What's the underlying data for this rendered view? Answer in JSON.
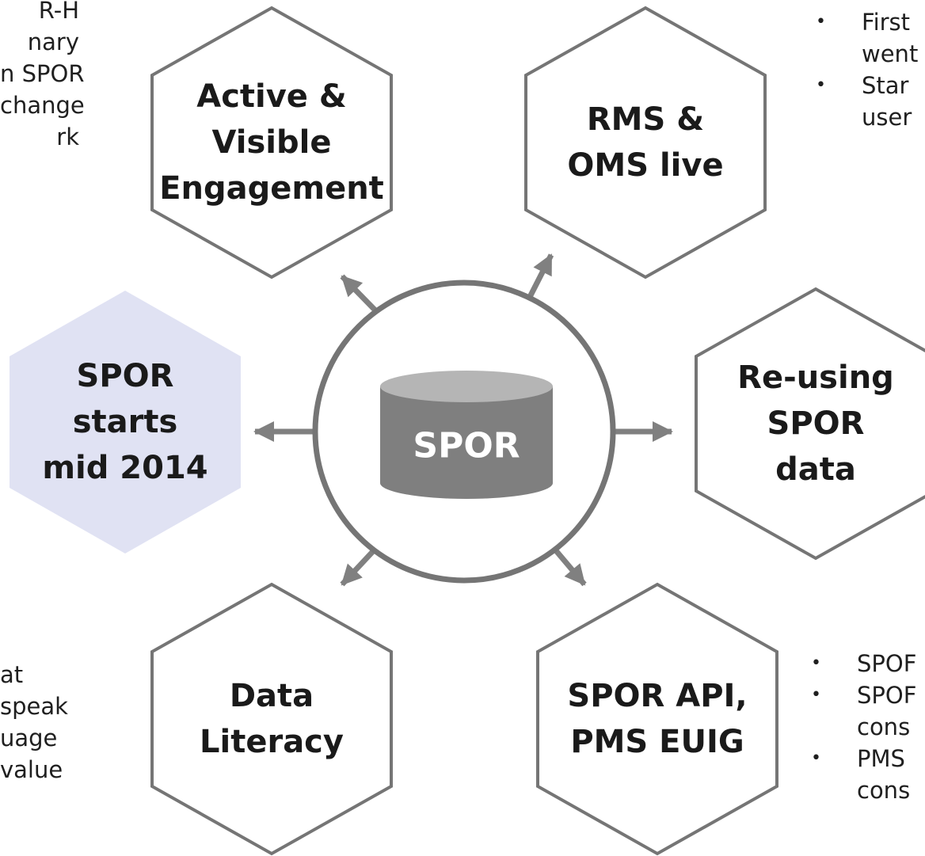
{
  "center": {
    "label": "SPOR"
  },
  "hexagons": [
    {
      "id": "hex-spor-starts",
      "lines": [
        "SPOR",
        "starts",
        "mid 2014"
      ],
      "filled": true
    },
    {
      "id": "hex-active-visible-engagement",
      "lines": [
        "Active &",
        "Visible",
        "Engagement"
      ],
      "filled": false
    },
    {
      "id": "hex-rms-oms-live",
      "lines": [
        "RMS &",
        "OMS live"
      ],
      "filled": false
    },
    {
      "id": "hex-reusing-spor-data",
      "lines": [
        "Re-using",
        "SPOR",
        "data"
      ],
      "filled": false
    },
    {
      "id": "hex-spor-api-pms-euig",
      "lines": [
        "SPOR API,",
        "PMS EUIG"
      ],
      "filled": false
    },
    {
      "id": "hex-data-literacy",
      "lines": [
        "Data",
        "Literacy"
      ],
      "filled": false
    }
  ],
  "side_texts": {
    "top_left": [
      "R-H",
      "nary",
      "n SPOR",
      "change",
      "rk"
    ],
    "bottom_left": [
      "at",
      "speak",
      "uage",
      "value"
    ]
  },
  "bullet_lists": {
    "top_right": [
      {
        "lines": [
          "First",
          "went"
        ]
      },
      {
        "lines": [
          "Star",
          "user"
        ]
      }
    ],
    "bottom_right": [
      {
        "lines": [
          "SPOF"
        ]
      },
      {
        "lines": [
          "SPOF",
          "cons"
        ]
      },
      {
        "lines": [
          "PMS",
          "cons"
        ]
      }
    ]
  },
  "colors": {
    "outline": "#757575",
    "arrow": "#808080",
    "filled_hex": "#e0e2f3",
    "cylinder_body": "#7f7f7f",
    "cylinder_top": "#b5b5b5",
    "label_text": "#1a1a1a",
    "center_text": "#ffffff"
  }
}
